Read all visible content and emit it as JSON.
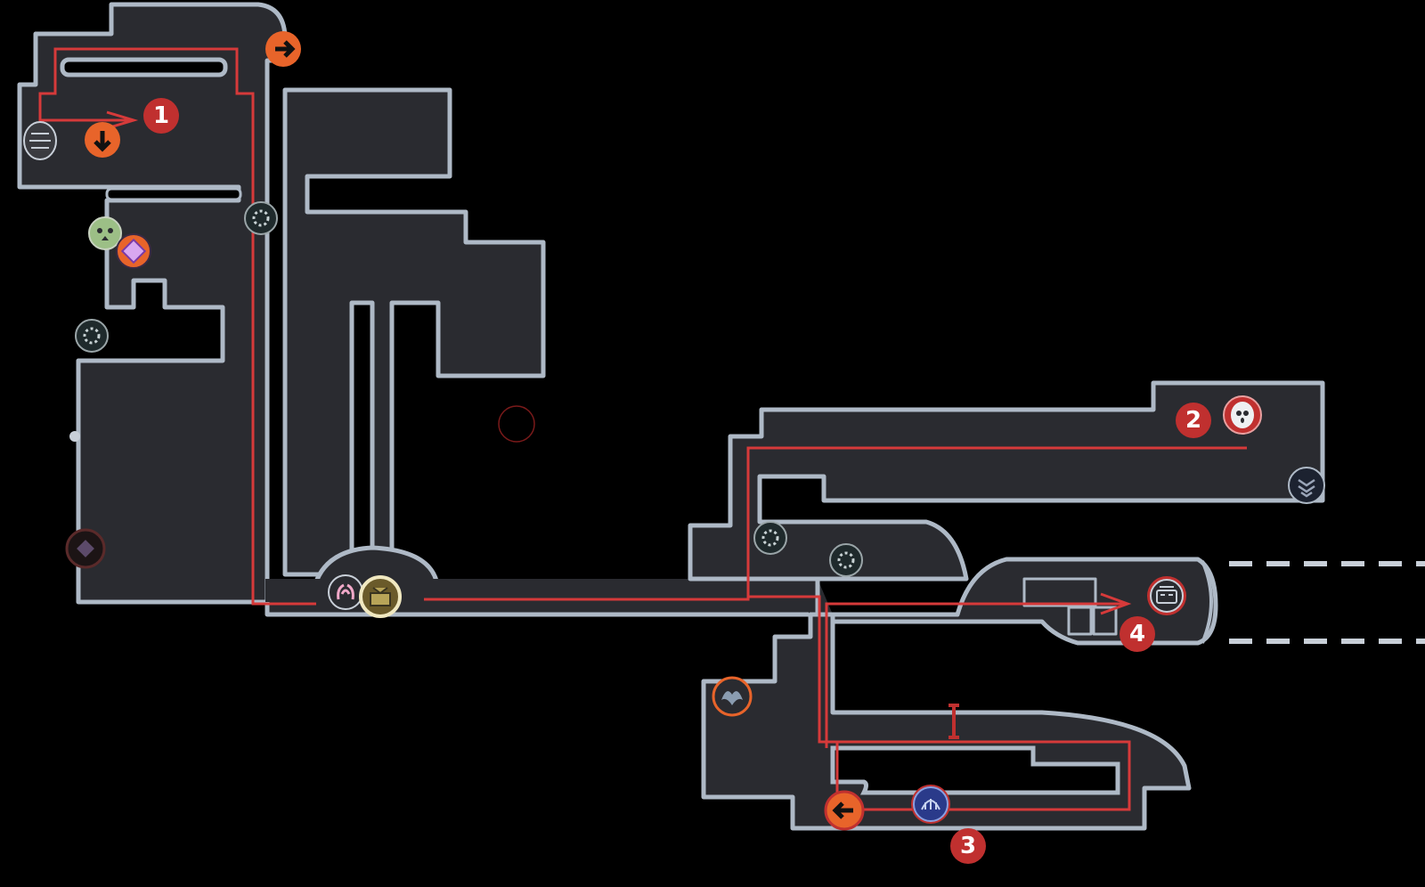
{
  "map": {
    "steps": [
      {
        "label": "1"
      },
      {
        "label": "2"
      },
      {
        "label": "3"
      },
      {
        "label": "4"
      }
    ],
    "colors": {
      "background": "#000000",
      "room_fill": "#2a2b30",
      "room_outline": "#aeb9c6",
      "route": "#d63a3a",
      "marker_red": "#c0302f",
      "transition_orange": "#e8642a"
    },
    "icons": [
      "transition-arrow-right-icon",
      "transition-arrow-down-icon",
      "transition-arrow-left-icon",
      "mask-stone-icon",
      "geo-rock-icon",
      "cocoon-icon",
      "charm-icon",
      "ghost-icon",
      "bench-icon",
      "stag-station-icon",
      "tram-station-icon",
      "vendor-icon",
      "shade-icon",
      "boss-icon",
      "totem-icon",
      "soul-orb-icon"
    ]
  }
}
